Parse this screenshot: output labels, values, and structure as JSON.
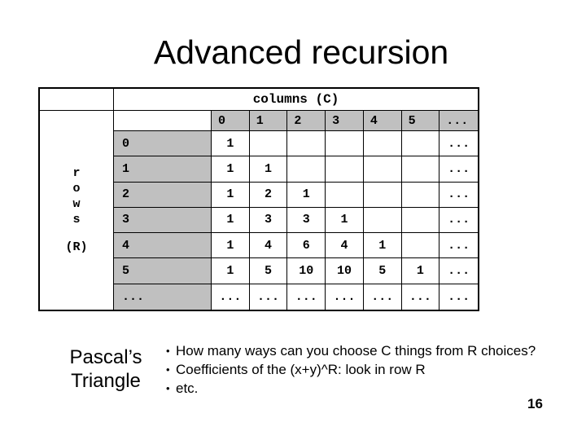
{
  "title": "Advanced recursion",
  "table": {
    "col_axis_label": "columns (C)",
    "col_headers": [
      "0",
      "1",
      "2",
      "3",
      "4",
      "5",
      "..."
    ],
    "row_axis": {
      "letters": [
        "r",
        "o",
        "w",
        "s"
      ],
      "suffix": "(R)"
    },
    "rows": [
      {
        "label": "0",
        "cells": [
          "1",
          "",
          "",
          "",
          "",
          "",
          "..."
        ]
      },
      {
        "label": "1",
        "cells": [
          "1",
          "1",
          "",
          "",
          "",
          "",
          "..."
        ]
      },
      {
        "label": "2",
        "cells": [
          "1",
          "2",
          "1",
          "",
          "",
          "",
          "..."
        ]
      },
      {
        "label": "3",
        "cells": [
          "1",
          "3",
          "3",
          "1",
          "",
          "",
          "..."
        ]
      },
      {
        "label": "4",
        "cells": [
          "1",
          "4",
          "6",
          "4",
          "1",
          "",
          "..."
        ]
      },
      {
        "label": "5",
        "cells": [
          "1",
          "5",
          "10",
          "10",
          "5",
          "1",
          "..."
        ]
      },
      {
        "label": "...",
        "cells": [
          "...",
          "...",
          "...",
          "...",
          "...",
          "...",
          "..."
        ]
      }
    ]
  },
  "caption": {
    "lines": [
      "Pascal’s",
      "Triangle"
    ]
  },
  "bullet_char": "•",
  "bullets": [
    "How many ways can you choose C things from R choices?",
    "Coefficients of the (x+y)^R: look in row R",
    "etc."
  ],
  "page_number": "16",
  "colors": {
    "background": "#FFFFFF",
    "cell_gray": "#C0C0C0",
    "border": "#000000",
    "text": "#000000"
  }
}
